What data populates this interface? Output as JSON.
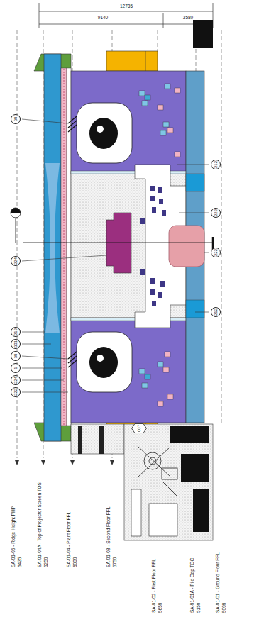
{
  "diagram": {
    "labels": [
      "12785",
      "9140",
      "3580",
      "SA-01-05 - Ridge Height PHP",
      "6425",
      "SA-01-04A - Top of Projector Screen TOS",
      "6250",
      "SA-01-04 - Plant Floor FFL",
      "6000",
      "SA-01-03 - Second Floor FFL",
      "5750",
      "SA-01-02 - First Floor FFL",
      "5650",
      "SA-01-01A - Pile Cap TOC",
      "5150",
      "SA-01-01 - Ground Floor FFL",
      "5000",
      "38",
      "224",
      "212",
      "301",
      "38",
      "1",
      "224",
      "222",
      "212",
      "222",
      "222",
      "212",
      "007"
    ]
  }
}
